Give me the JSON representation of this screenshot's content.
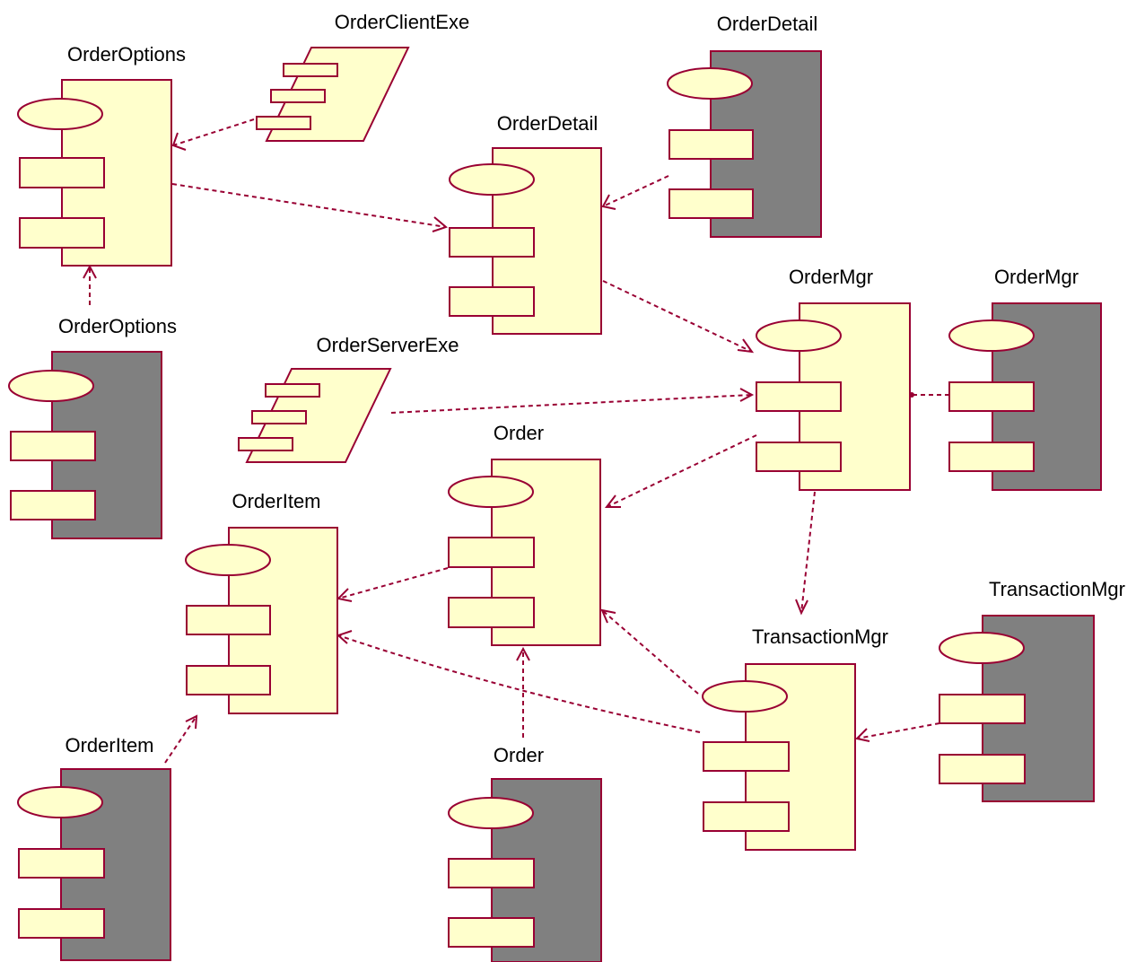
{
  "colors": {
    "component_fill": "#ffffcc",
    "implementation_fill": "#808080",
    "line": "#990033",
    "text": "#000000"
  },
  "components": {
    "order_options": "OrderOptions",
    "order_options_impl": "OrderOptions",
    "order_client_exe": "OrderClientExe",
    "order_detail": "OrderDetail",
    "order_detail_impl": "OrderDetail",
    "order_mgr": "OrderMgr",
    "order_mgr_impl": "OrderMgr",
    "order_server_exe": "OrderServerExe",
    "order": "Order",
    "order_impl": "Order",
    "order_item": "OrderItem",
    "order_item_impl": "OrderItem",
    "transaction_mgr": "TransactionMgr",
    "transaction_mgr_impl": "TransactionMgr"
  },
  "dependencies": [
    {
      "from": "OrderClientExe",
      "to": "OrderOptions"
    },
    {
      "from": "OrderOptions",
      "to": "OrderDetail"
    },
    {
      "from": "OrderDetail (implementation)",
      "to": "OrderDetail"
    },
    {
      "from": "OrderOptions (implementation)",
      "to": "OrderOptions"
    },
    {
      "from": "OrderDetail",
      "to": "OrderMgr"
    },
    {
      "from": "OrderServerExe",
      "to": "OrderMgr"
    },
    {
      "from": "OrderMgr (implementation)",
      "to": "OrderMgr"
    },
    {
      "from": "OrderMgr",
      "to": "Order"
    },
    {
      "from": "OrderMgr",
      "to": "TransactionMgr"
    },
    {
      "from": "Order",
      "to": "OrderItem"
    },
    {
      "from": "TransactionMgr",
      "to": "Order"
    },
    {
      "from": "TransactionMgr",
      "to": "OrderItem"
    },
    {
      "from": "TransactionMgr (implementation)",
      "to": "TransactionMgr"
    },
    {
      "from": "Order (implementation)",
      "to": "Order"
    },
    {
      "from": "OrderItem (implementation)",
      "to": "OrderItem"
    }
  ]
}
